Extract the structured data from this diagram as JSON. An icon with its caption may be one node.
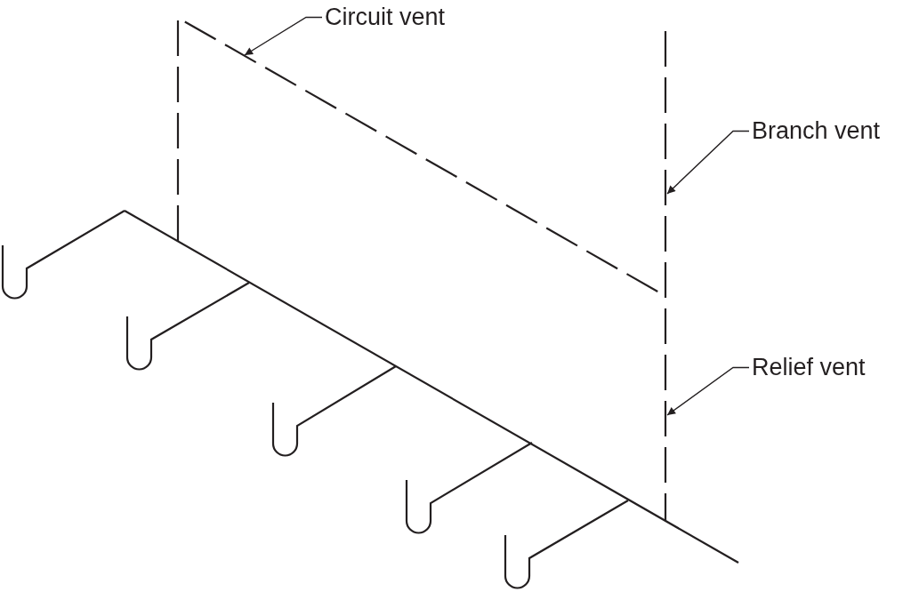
{
  "diagram": {
    "nodes": [
      {
        "text": [
          "Circuit vent"
        ]
      },
      {
        "text": [
          "Branch vent"
        ]
      },
      {
        "text": [
          "Relief vent"
        ]
      }
    ],
    "edges": [
      {
        "from": 0,
        "to": null,
        "arrow": "to"
      },
      {
        "from": 1,
        "to": null,
        "arrow": "to"
      },
      {
        "from": 2,
        "to": null,
        "arrow": "to"
      }
    ]
  }
}
